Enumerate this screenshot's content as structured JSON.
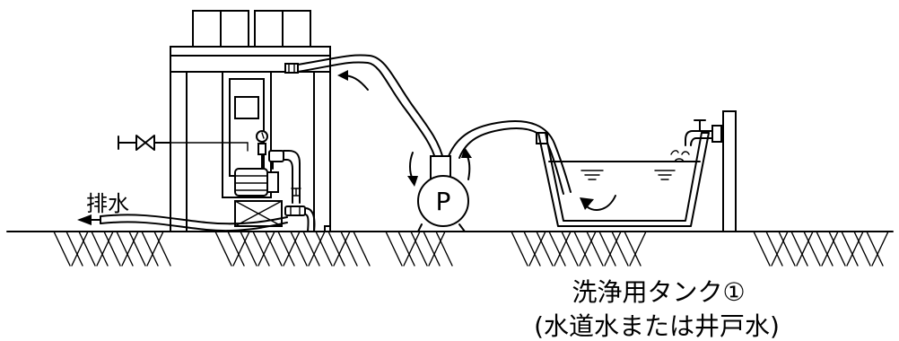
{
  "labels": {
    "drain": "排水",
    "pump": "P",
    "tank_title": "洗浄用タンク①",
    "tank_subtitle": "(水道水または井戸水)"
  },
  "colors": {
    "line": "#000000",
    "background": "#ffffff"
  }
}
